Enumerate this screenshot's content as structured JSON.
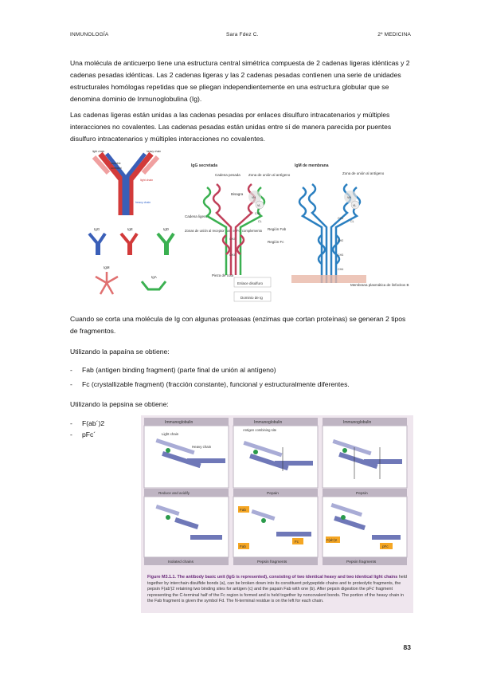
{
  "header": {
    "left": "INMUNOLOGÍA",
    "center": "Sara Fdez C.",
    "right": "2º MEDICINA"
  },
  "paragraphs": {
    "p1": "Una molécula de anticuerpo tiene una estructura central simétrica compuesta de 2 cadenas ligeras idénticas y 2 cadenas pesadas idénticas. Las 2 cadenas ligeras y las 2 cadenas pesadas contienen una serie de unidades estructurales homólogas repetidas que se pliegan independientemente en una estructura globular que se denomina dominio de Inmunoglobulina (Ig).",
    "p2": "Las cadenas ligeras están unidas a las cadenas pesadas por enlaces disulfuro intracatenarios y múltiples interacciones no covalentes. Las cadenas pesadas están unidas entre sí de manera parecida por puentes disulfuro intracatenarios y múltiples interacciones no covalentes.",
    "p3": "Cuando se corta una molécula de Ig con algunas proteasas (enzimas que cortan proteínas) se generan 2 tipos de fragmentos."
  },
  "papaina": {
    "label": "Utilizando la papaína se obtiene:",
    "items": [
      "Fab (antigen binding fragment) (parte final de unión al antígeno)",
      "Fc (crystallizable fragment) (fracción constante), funcional y estructuralmente diferentes."
    ]
  },
  "pepsina": {
    "label": "Utilizando la pepsina se obtiene:",
    "items": [
      "F(ab´)2",
      "pFc´"
    ]
  },
  "figure1": {
    "left_labels": {
      "variable": "variable",
      "constant": "constant",
      "light_chain": "light chain",
      "heavy_chain": "heavy chain",
      "light_chain_top": "light chain",
      "heavy_chain_top": "heavy chain"
    },
    "isotypes": [
      "IgG",
      "IgE",
      "IgD",
      "IgM",
      "IgA"
    ],
    "panel_a_title": "IgG secretada",
    "panel_b_title": "IgM de membrana",
    "panel_a_labels": {
      "cadena_pesada": "Cadena pesada",
      "zona_union": "Zona de unión al antígeno",
      "bisagra": "Bisagra",
      "cadena_ligera": "Cadena ligera",
      "zonas_receptor": "Zonas de unión al receptor para el Fc/ complemento",
      "region_fab": "Región Fab",
      "region_fc": "Región Fc",
      "pieza_cola": "Pieza de cola",
      "enlace": "Enlace disulfuro",
      "dominio": "Dominio de Ig"
    },
    "panel_b_labels": {
      "zona_union": "Zona de unión al antígeno",
      "membrana": "Membrana plasmática de linfocitos B"
    },
    "domain_labels": [
      "VH",
      "VL",
      "CH1",
      "CL",
      "CH2",
      "CH3",
      "CH4"
    ]
  },
  "figure2": {
    "panel_header": "Immunoglobulin",
    "labels": {
      "light_chain": "Light chain",
      "heavy_chain": "Heavy chain",
      "antigen_site": "Antigen combining site",
      "reduce": "Reduce and acidify",
      "pepsin": "Pepsin",
      "papain": "Pepain"
    },
    "fragments": {
      "fab": "Fab",
      "fc": "Fc",
      "fab2": "F(ab')2",
      "pfc": "pFc"
    },
    "footers": [
      "Isolated chains",
      "Pepsin fragments",
      "Pepsin fragments"
    ],
    "caption_title": "Figure M3.1.1. The antibody basic unit (IgG is represented), consisting of two identical heavy and two identical light chains",
    "caption_body": "held together by interchain disulfide bonds (a), can be broken down into its constituent polypeptide chains and to proteolytic fragments, the pepsin F(ab')2 retaining two binding sites for antigen (c) and the papain Fab with one (b). After pepsin digestion the pFc' fragment representing the C-terminal half of the Fc region is formed and is held together by noncovalent bonds. The portion of the heavy chain in the Fab fragment is given the symbol Fd. The N-terminal residue is on the left for each chain.",
    "colors": {
      "heavy": "#6f78b8",
      "light": "#a9acd6",
      "fragment": "#f5a623",
      "dot": "#2a9a4a",
      "bg": "#efe6ee"
    }
  },
  "page_number": "83"
}
